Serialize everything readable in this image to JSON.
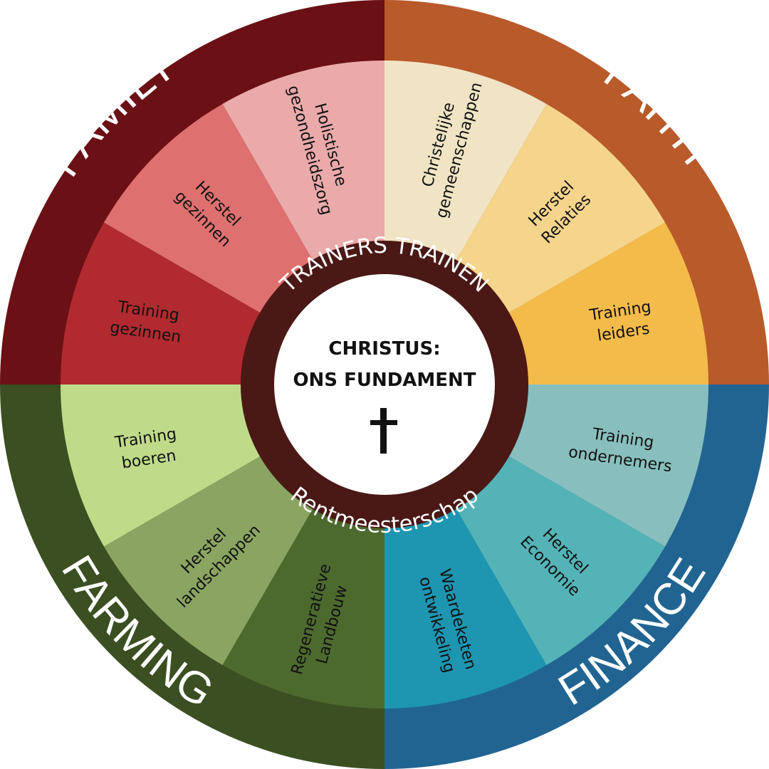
{
  "center": {
    "line1": "CHRISTUS:",
    "line2": "ONS FUNDAMENT",
    "symbol": "cross-icon"
  },
  "ring": {
    "top_label": "TRAINERS TRAINEN",
    "bottom_label": "Rentmeesterschap"
  },
  "quadrants": [
    {
      "key": "family",
      "title": "FAMILY",
      "color": "#6b1014"
    },
    {
      "key": "faith",
      "title": "FAITH",
      "color": "#b85a2a"
    },
    {
      "key": "finance",
      "title": "FINANCE",
      "color": "#216492"
    },
    {
      "key": "farming",
      "title": "FARMING",
      "color": "#3b4f22"
    }
  ],
  "segments": [
    {
      "quadrant": "faith",
      "lines": [
        "Christelijke",
        "gemeenschappen"
      ],
      "color": "#f1e4c5"
    },
    {
      "quadrant": "faith",
      "lines": [
        "Herstel",
        "Relaties"
      ],
      "color": "#f5d58c"
    },
    {
      "quadrant": "faith",
      "lines": [
        "Training",
        "leiders"
      ],
      "color": "#f3bb4a"
    },
    {
      "quadrant": "finance",
      "lines": [
        "Training",
        "ondernemers"
      ],
      "color": "#88bfbe"
    },
    {
      "quadrant": "finance",
      "lines": [
        "Herstel",
        "Economie"
      ],
      "color": "#54b3b6"
    },
    {
      "quadrant": "finance",
      "lines": [
        "Waardeketen",
        "ontwikkeling"
      ],
      "color": "#1e96b2"
    },
    {
      "quadrant": "farming",
      "lines": [
        "Regeneratieve",
        "Landbouw"
      ],
      "color": "#4c6a2e"
    },
    {
      "quadrant": "farming",
      "lines": [
        "Herstel",
        "landschappen"
      ],
      "color": "#8aa562"
    },
    {
      "quadrant": "farming",
      "lines": [
        "Training",
        "boeren"
      ],
      "color": "#bfdb8a"
    },
    {
      "quadrant": "family",
      "lines": [
        "Training",
        "gezinnen"
      ],
      "color": "#b02a2f"
    },
    {
      "quadrant": "family",
      "lines": [
        "Herstel",
        "gezinnen"
      ],
      "color": "#de7070"
    },
    {
      "quadrant": "family",
      "lines": [
        "Holistische",
        "gezondheidszorg"
      ],
      "color": "#eaaaaa"
    }
  ],
  "colors": {
    "ring": "#4a1915",
    "center_fill": "#ffffff",
    "symbol": "#111111"
  }
}
